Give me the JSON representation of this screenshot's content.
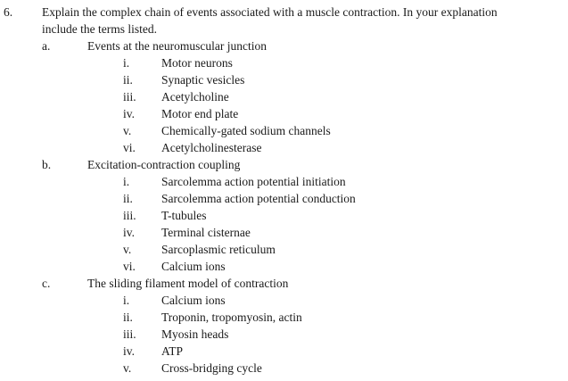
{
  "document": {
    "question_number": "6.",
    "question_text": "Explain the complex chain of events associated with a muscle contraction. In your explanation include the terms listed.",
    "text_color": "#1a1a1a",
    "background_color": "#ffffff",
    "sections": [
      {
        "marker": "a.",
        "heading": "Events at the neuromuscular junction",
        "items": [
          {
            "marker": "i.",
            "text": "Motor neurons"
          },
          {
            "marker": "ii.",
            "text": "Synaptic vesicles"
          },
          {
            "marker": "iii.",
            "text": "Acetylcholine"
          },
          {
            "marker": "iv.",
            "text": "Motor end plate"
          },
          {
            "marker": "v.",
            "text": "Chemically-gated sodium channels"
          },
          {
            "marker": "vi.",
            "text": "Acetylcholinesterase"
          }
        ]
      },
      {
        "marker": "b.",
        "heading": "Excitation-contraction coupling",
        "items": [
          {
            "marker": "i.",
            "text": "Sarcolemma action potential initiation"
          },
          {
            "marker": "ii.",
            "text": "Sarcolemma action potential conduction"
          },
          {
            "marker": "iii.",
            "text": "T-tubules"
          },
          {
            "marker": "iv.",
            "text": "Terminal cisternae"
          },
          {
            "marker": "v.",
            "text": "Sarcoplasmic reticulum"
          },
          {
            "marker": "vi.",
            "text": "Calcium ions"
          }
        ]
      },
      {
        "marker": "c.",
        "heading": "The sliding filament model of contraction",
        "items": [
          {
            "marker": "i.",
            "text": "Calcium ions"
          },
          {
            "marker": "ii.",
            "text": "Troponin, tropomyosin, actin"
          },
          {
            "marker": "iii.",
            "text": "Myosin heads"
          },
          {
            "marker": "iv.",
            "text": "ATP"
          },
          {
            "marker": "v.",
            "text": "Cross-bridging cycle"
          }
        ]
      }
    ]
  }
}
